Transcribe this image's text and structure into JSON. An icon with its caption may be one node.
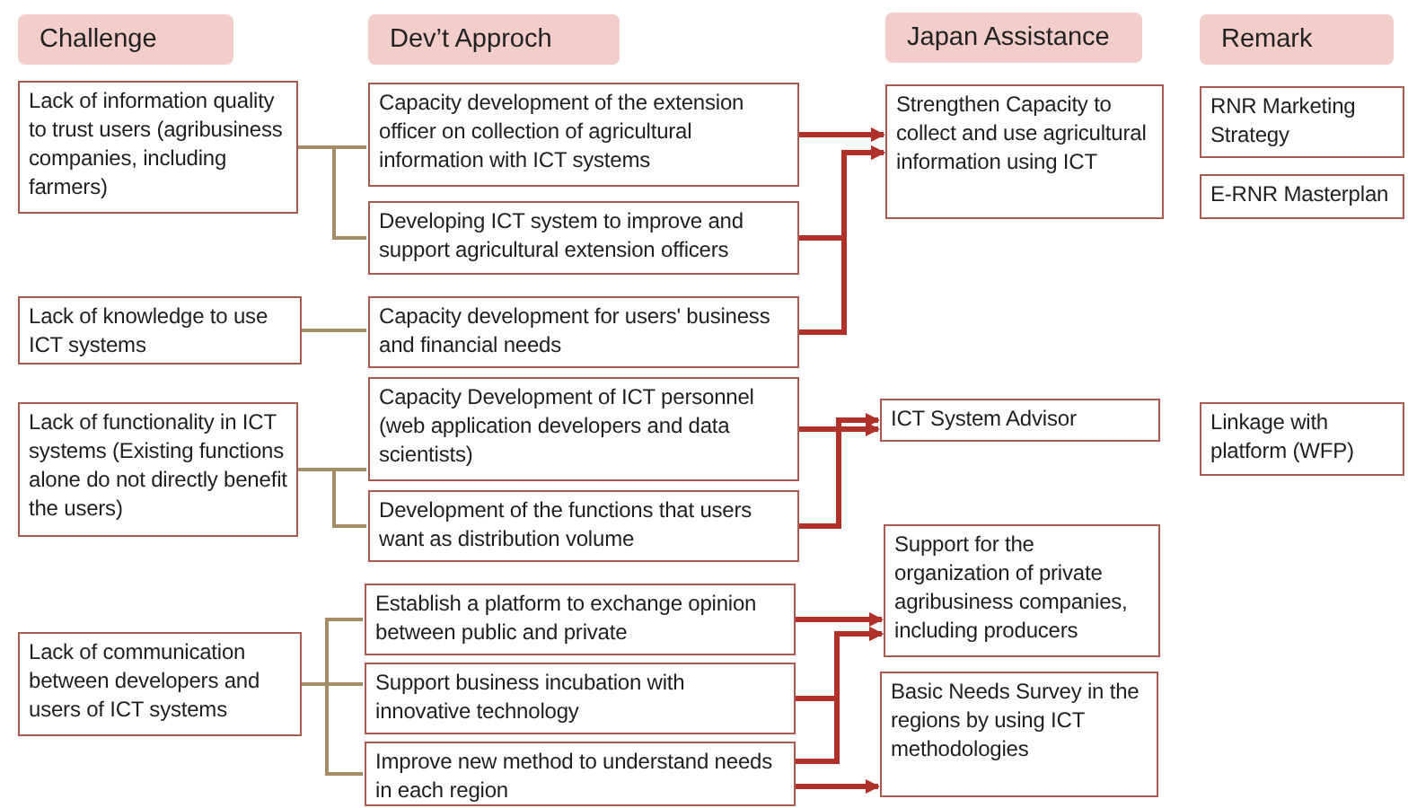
{
  "diagram": {
    "nodes": [
      {
        "text": [
          "Challenge"
        ]
      },
      {
        "text": [
          "Dev’t Approch"
        ]
      },
      {
        "text": [
          "Japan Assistance"
        ]
      },
      {
        "text": [
          "Remark"
        ]
      },
      {
        "text": [
          "Lack of information quality to trust users (agribusiness companies, including farmers)"
        ]
      },
      {
        "text": [
          "Lack of knowledge to use ICT systems"
        ]
      },
      {
        "text": [
          "Lack of functionality in ICT systems (Existing functions alone do not directly benefit the users)"
        ]
      },
      {
        "text": [
          "Lack of communication between developers and users of ICT systems"
        ]
      },
      {
        "text": [
          "Capacity development of the extension officer on collection of agricultural information with ICT systems"
        ]
      },
      {
        "text": [
          "Developing ICT system to improve and support agricultural extension officers"
        ]
      },
      {
        "text": [
          "Capacity development for users' business and financial needs"
        ]
      },
      {
        "text": [
          "Capacity Development of ICT personnel (web application developers and data scientists)"
        ]
      },
      {
        "text": [
          "Development of the functions that users want as distribution volume"
        ]
      },
      {
        "text": [
          "Establish a platform to exchange opinion between public and private"
        ]
      },
      {
        "text": [
          "Support business incubation with innovative technology"
        ]
      },
      {
        "text": [
          "Improve new method to understand needs in each region"
        ]
      },
      {
        "text": [
          "Strengthen Capacity to collect and use agricultural information using ICT"
        ]
      },
      {
        "text": [
          "ICT System Advisor"
        ]
      },
      {
        "text": [
          "Support for the organization of private agribusiness companies, including producers"
        ]
      },
      {
        "text": [
          "Basic Needs Survey in the regions by using ICT methodologies"
        ]
      },
      {
        "text": [
          "RNR Marketing Strategy"
        ]
      },
      {
        "text": [
          "E-RNR Masterplan"
        ]
      },
      {
        "text": [
          "Linkage with platform (WFP)"
        ]
      }
    ],
    "edges": [
      {
        "from": 4,
        "to": 8,
        "arrow": "none",
        "color": "#a38d66"
      },
      {
        "from": 4,
        "to": 9,
        "arrow": "none",
        "color": "#a38d66"
      },
      {
        "from": 5,
        "to": 10,
        "arrow": "none",
        "color": "#a38d66"
      },
      {
        "from": 6,
        "to": 11,
        "arrow": "none",
        "color": "#a38d66"
      },
      {
        "from": 6,
        "to": 12,
        "arrow": "none",
        "color": "#a38d66"
      },
      {
        "from": 7,
        "to": 13,
        "arrow": "none",
        "color": "#a38d66"
      },
      {
        "from": 7,
        "to": 14,
        "arrow": "none",
        "color": "#a38d66"
      },
      {
        "from": 7,
        "to": 15,
        "arrow": "none",
        "color": "#a38d66"
      },
      {
        "from": 8,
        "to": 16,
        "arrow": "to"
      },
      {
        "from": 9,
        "to": 16,
        "arrow": "to"
      },
      {
        "from": 10,
        "to": 16,
        "arrow": "to"
      },
      {
        "from": 11,
        "to": 17,
        "arrow": "to"
      },
      {
        "from": 12,
        "to": 17,
        "arrow": "to"
      },
      {
        "from": 13,
        "to": 18,
        "arrow": "to"
      },
      {
        "from": 14,
        "to": 18,
        "arrow": "to"
      },
      {
        "from": 15,
        "to": 18,
        "arrow": "to"
      },
      {
        "from": 15,
        "to": 19,
        "arrow": "to"
      }
    ]
  }
}
